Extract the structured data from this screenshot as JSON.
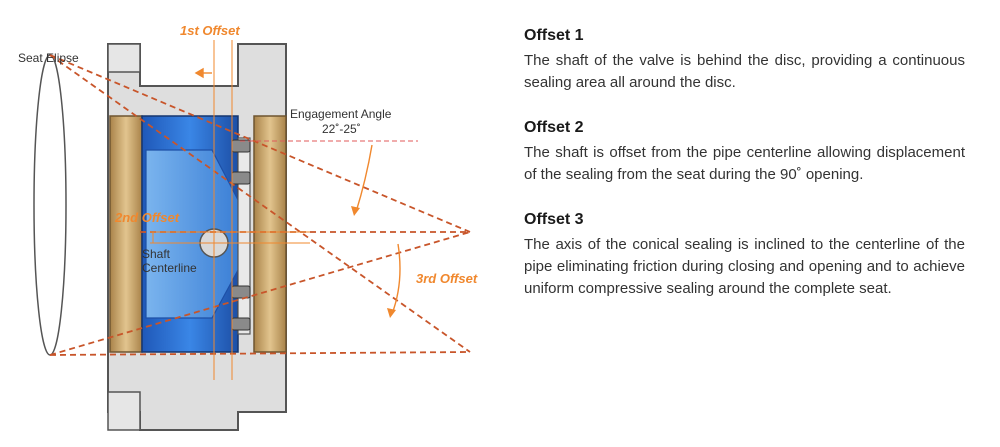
{
  "diagram": {
    "labels": {
      "first_offset": "1st Offset",
      "second_offset": "2nd Offset",
      "third_offset": "3rd Offset",
      "seat_elipse": "Seat Elipse",
      "engagement_angle": "Engagement Angle",
      "angle_range": "22˚-25˚",
      "shaft": "Shaft",
      "centerline": "Centerline"
    },
    "colors": {
      "accent_orange": "#f0882e",
      "dashed_line": "#c8552a",
      "flange_gray": "#dcdcdc",
      "seat_gold": "#c8a46a",
      "disc_blue": "#2f6fd0"
    }
  },
  "offsets": [
    {
      "title": "Offset 1",
      "body": "The shaft of the valve is behind the disc, providing a continuous sealing area all around the disc."
    },
    {
      "title": "Offset 2",
      "body": "The shaft is offset from the pipe centerline allowing displacement of the sealing from the seat during the 90˚ opening."
    },
    {
      "title": "Offset 3",
      "body": "The axis of the conical sealing is inclined to the centerline of the pipe eliminating friction during closing and opening and to achieve uniform compressive sealing around the complete seat."
    }
  ]
}
